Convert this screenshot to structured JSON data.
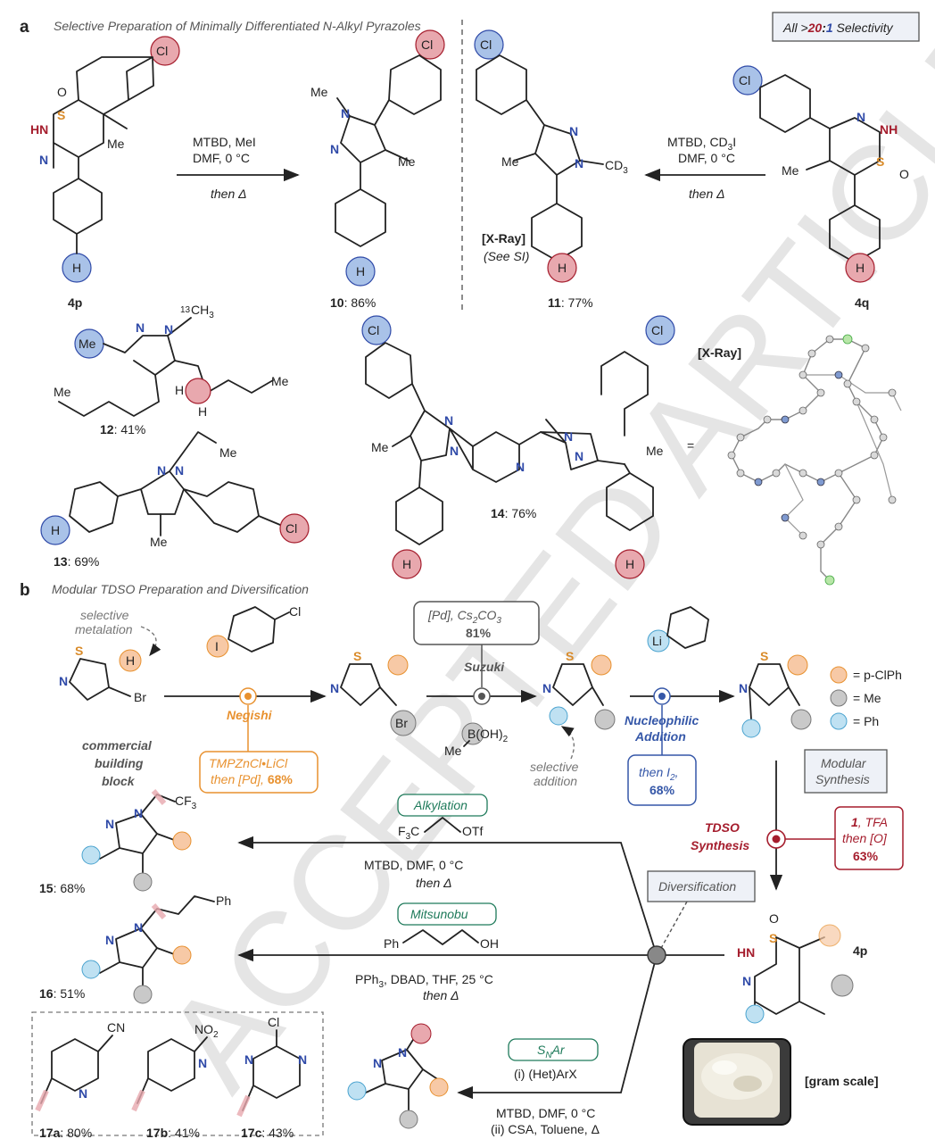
{
  "section_a": {
    "letter": "a",
    "title": "Selective Preparation of Minimally Differentiated N-Alkyl Pyrazoles",
    "selectivity_prefix": "All >",
    "selectivity_ratio_a": "20",
    "selectivity_sep": ":",
    "selectivity_ratio_b": "1",
    "selectivity_suffix": " Selectivity"
  },
  "section_b": {
    "letter": "b",
    "title": "Modular TDSO Preparation and Diversification"
  },
  "atoms": {
    "Cl": "Cl",
    "H": "H",
    "Me": "Me",
    "N": "N",
    "NH": "NH",
    "HN": "HN",
    "S": "S",
    "O": "O",
    "Br": "Br",
    "I": "I",
    "Li": "Li",
    "Ph": "Ph",
    "CN": "CN",
    "NO2": "NO",
    "NO2_sub": "2",
    "CD3": "CD",
    "CD3_sub": "3",
    "CF3": "CF",
    "CF3_sub": "3",
    "OTf": "OTf",
    "OH": "OH",
    "F3C": "F",
    "F3C_sub": "3",
    "F3C_c": "C",
    "CH3_13": "13",
    "CH3": "CH",
    "CH3_sub": "3",
    "BOH2": "B(OH)",
    "BOH2_sub": "2",
    "eq": "="
  },
  "reactions": {
    "r1_line1": "MTBD, MeI",
    "r1_line2": "DMF, 0 °C",
    "r1_then": "then Δ",
    "r2_line1": "MTBD, CD",
    "r2_line1_sub": "3",
    "r2_line1_end": "I",
    "r2_line2": "DMF, 0 °C",
    "r2_then": "then Δ",
    "xray": "[X-Ray]",
    "see_si": "(See SI)",
    "xray2": "[X-Ray]",
    "negishi": "Negishi",
    "negishi_cond1": "TMPZnCl•LiCl",
    "negishi_cond2": "then [Pd], ",
    "negishi_yield": "68%",
    "suzuki": "Suzuki",
    "suzuki_cond": "[Pd], Cs",
    "suzuki_cond_sub": "2",
    "suzuki_cond_end": "CO",
    "suzuki_cond_sub2": "3",
    "suzuki_yield": "81%",
    "nuc1": "Nucleophilic",
    "nuc2": "Addition",
    "nuc_cond": "then I",
    "nuc_cond_sub": "2",
    "nuc_cond_end": ",",
    "nuc_yield": "68%",
    "modular1": "Modular",
    "modular2": "Synthesis",
    "tdso1": "TDSO",
    "tdso2": "Synthesis",
    "tdso_cond1": "1",
    "tdso_cond1b": ", TFA",
    "tdso_cond2": "then [O]",
    "tdso_yield": "63%",
    "diversification": "Diversification",
    "alkylation": "Alkylation",
    "alk_cond1": "MTBD, DMF, 0 °C",
    "alk_cond2": "then Δ",
    "mitsunobu": "Mitsunobu",
    "mit_cond1": "PPh",
    "mit_cond1_sub": "3",
    "mit_cond1_end": ", DBAD, THF, 25 °C",
    "mit_cond2": "then Δ",
    "snar": "S",
    "snar_sub": "N",
    "snar_end": "Ar",
    "snar_cond1": "(i) (Het)ArX",
    "snar_cond2": "MTBD, DMF, 0 °C",
    "snar_cond3": "(ii) CSA, Toluene, Δ",
    "sel_met1": "selective",
    "sel_met2": "metalation",
    "sel_add1": "selective",
    "sel_add2": "addition",
    "cbb1": "commercial",
    "cbb2": "building",
    "cbb3": "block",
    "gram": "[gram scale]"
  },
  "legend": [
    {
      "label": "= p-ClPh",
      "color": "#f7c9a6"
    },
    {
      "label": "= Me",
      "color": "#c9c9c9"
    },
    {
      "label": "= Ph",
      "color": "#bfe1f2"
    }
  ],
  "compounds": {
    "c4p": "4p",
    "c4q": "4q",
    "c4p_b": "4p",
    "c10": "10",
    "c10_y": ": 86%",
    "c11": "11",
    "c11_y": ": 77%",
    "c12": "12",
    "c12_y": ": 41%",
    "c13": "13",
    "c13_y": ": 69%",
    "c14": "14",
    "c14_y": ": 76%",
    "c15": "15",
    "c15_y": ": 68%",
    "c16": "16",
    "c16_y": ": 51%",
    "c17a": "17a",
    "c17a_y": ": 80%",
    "c17b": "17b",
    "c17b_y": ": 41%",
    "c17c": "17c",
    "c17c_y": ": 43%"
  },
  "colors": {
    "blue": "#a9c2e8",
    "red": "#e8a8ae",
    "orange": "#f7c9a6",
    "gray": "#c9c9c9",
    "lightblue": "#bfe1f2",
    "darkred": "#a51d2d",
    "orangeText": "#e8912f",
    "blueText": "#3557a8",
    "green": "#1e7a5a"
  },
  "watermark": "ACCEPTED ARTICLE PREVIEW"
}
